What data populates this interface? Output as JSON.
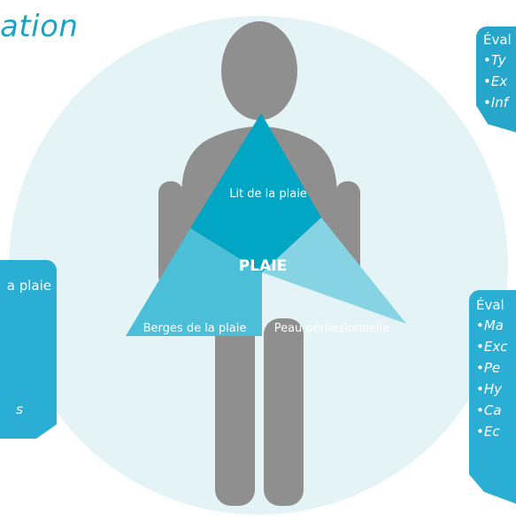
{
  "title": "ation",
  "diagram": {
    "top_label": "Lit de la plaie",
    "center_label": "PLAIE",
    "left_label": "Berges de la plaie",
    "right_label": "Peau périlesionnelle"
  },
  "cards": {
    "top_right": {
      "heading": "Éval",
      "items": [
        "Ty",
        "Ex",
        "Inf"
      ]
    },
    "right": {
      "heading": "Éval",
      "items": [
        "Ma",
        "Exc",
        "Pe",
        "Hy",
        "Ca",
        "Ec"
      ]
    },
    "left": {
      "heading": "a plaie",
      "tail": "s"
    }
  },
  "colors": {
    "title": "#1aa3c4",
    "circle": "#e4f3f6",
    "figure": "#8f8f8f",
    "top_triangle": "#00a6c4",
    "left_quad": "#4cbfd8",
    "right_quad": "#86d3e3",
    "card": "#27a6cc"
  }
}
